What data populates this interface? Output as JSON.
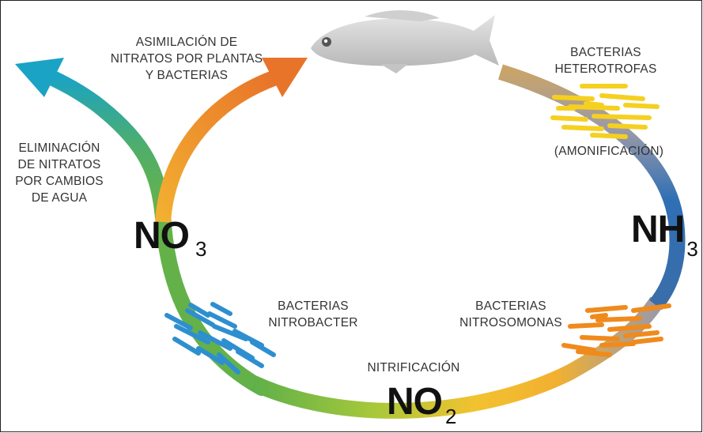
{
  "labels": {
    "assimilation": [
      "ASIMILACIÓN DE",
      "NITRATOS POR PLANTAS",
      "Y BACTERIAS"
    ],
    "elimination": [
      "ELIMINACIÓN",
      "DE NITRATOS",
      "POR CAMBIOS",
      "DE AGUA"
    ],
    "heterotrophs": [
      "BACTERIAS",
      "HETEROTROFAS"
    ],
    "ammonification": "(AMONIFICACIÓN)",
    "nitrobacter": [
      "BACTERIAS",
      "NITROBACTER"
    ],
    "nitrosomonas": [
      "BACTERIAS",
      "NITROSOMONAS"
    ],
    "nitrification": "NITRIFICACIÓN"
  },
  "compounds": {
    "no3": {
      "main": "NO",
      "sub": "3"
    },
    "nh3": {
      "main": "NH",
      "sub": "3"
    },
    "no2": {
      "main": "NO",
      "sub": "2"
    }
  },
  "icons": [
    "fish-icon",
    "bacteria-cluster-icon"
  ],
  "colors": {
    "teal": "#1aa3c4",
    "green": "#5fb04a",
    "lime": "#a8c83a",
    "yellow": "#f2c230",
    "orange": "#e8742a",
    "blue": "#2f6fb5",
    "tan": "#c9a46a",
    "grey": "#9a9aa8",
    "bacteria_blue": "#2e8fd0",
    "bacteria_yellow": "#f5d020",
    "bacteria_orange": "#f08a1c"
  }
}
